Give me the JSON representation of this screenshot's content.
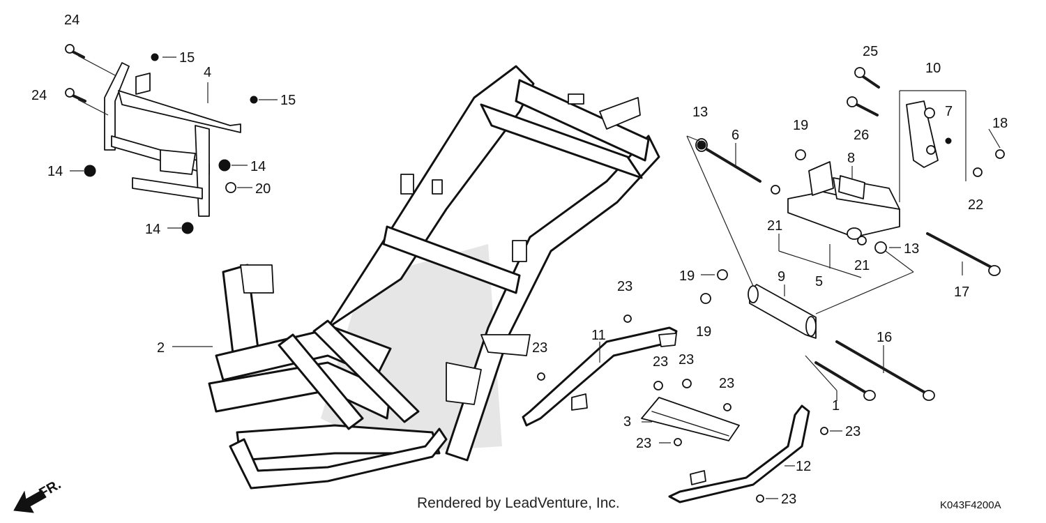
{
  "diagram": {
    "callouts": [
      {
        "id": "c24a",
        "label": "24"
      },
      {
        "id": "c24b",
        "label": "24"
      },
      {
        "id": "c15a",
        "label": "15"
      },
      {
        "id": "c15b",
        "label": "15"
      },
      {
        "id": "c4",
        "label": "4"
      },
      {
        "id": "c14a",
        "label": "14"
      },
      {
        "id": "c14b",
        "label": "14"
      },
      {
        "id": "c20",
        "label": "20"
      },
      {
        "id": "c14c",
        "label": "14"
      },
      {
        "id": "c2",
        "label": "2"
      },
      {
        "id": "c13a",
        "label": "13"
      },
      {
        "id": "c6",
        "label": "6"
      },
      {
        "id": "c19a",
        "label": "19"
      },
      {
        "id": "c8",
        "label": "8"
      },
      {
        "id": "c25",
        "label": "25"
      },
      {
        "id": "c10",
        "label": "10"
      },
      {
        "id": "c26",
        "label": "26"
      },
      {
        "id": "c7",
        "label": "7"
      },
      {
        "id": "c18",
        "label": "18"
      },
      {
        "id": "c22",
        "label": "22"
      },
      {
        "id": "c21a",
        "label": "21"
      },
      {
        "id": "c21b",
        "label": "21"
      },
      {
        "id": "c13b",
        "label": "13"
      },
      {
        "id": "c5",
        "label": "5"
      },
      {
        "id": "c17",
        "label": "17"
      },
      {
        "id": "c19b",
        "label": "19"
      },
      {
        "id": "c9",
        "label": "9"
      },
      {
        "id": "c19c",
        "label": "19"
      },
      {
        "id": "c16",
        "label": "16"
      },
      {
        "id": "c1",
        "label": "1"
      },
      {
        "id": "c23a",
        "label": "23"
      },
      {
        "id": "c11",
        "label": "11"
      },
      {
        "id": "c23b",
        "label": "23"
      },
      {
        "id": "c23c",
        "label": "23"
      },
      {
        "id": "c23d",
        "label": "23"
      },
      {
        "id": "c23e",
        "label": "23"
      },
      {
        "id": "c3",
        "label": "3"
      },
      {
        "id": "c23f",
        "label": "23"
      },
      {
        "id": "c23g",
        "label": "23"
      },
      {
        "id": "c12",
        "label": "12"
      },
      {
        "id": "c23h",
        "label": "23"
      }
    ]
  },
  "footer": {
    "credit": "Rendered by LeadVenture, Inc.",
    "code": "K043F4200A"
  },
  "direction": {
    "label": "FR."
  }
}
